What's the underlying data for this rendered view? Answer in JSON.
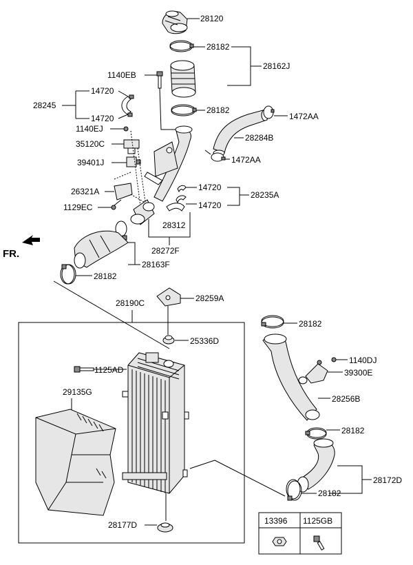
{
  "direction_label": "FR.",
  "labels": {
    "l28120": "28120",
    "l28182_a": "28182",
    "l28162J": "28162J",
    "l1140EB": "1140EB",
    "l14720_a": "14720",
    "l28245": "28245",
    "l14720_b": "14720",
    "l28182_b": "28182",
    "l1472AA_a": "1472AA",
    "l1140EJ": "1140EJ",
    "l28284B": "28284B",
    "l35120C": "35120C",
    "l39401J": "39401J",
    "l1472AA_b": "1472AA",
    "l14720_c": "14720",
    "l26321A": "26321A",
    "l28235A": "28235A",
    "l14720_d": "14720",
    "l1129EC": "1129EC",
    "l28312": "28312",
    "l28272F": "28272F",
    "l28163F": "28163F",
    "l28182_c": "28182",
    "l28190C": "28190C",
    "l28259A": "28259A",
    "l28182_d": "28182",
    "l25336D": "25336D",
    "l1140DJ": "1140DJ",
    "l1125AD": "1125AD",
    "l39300E": "39300E",
    "l29135G": "29135G",
    "l28256B": "28256B",
    "l28182_e": "28182",
    "l28172D": "28172D",
    "l28182_f": "28182",
    "l28177D": "28177D"
  },
  "legend_table": {
    "headers": [
      "13396",
      "1125GB"
    ]
  }
}
